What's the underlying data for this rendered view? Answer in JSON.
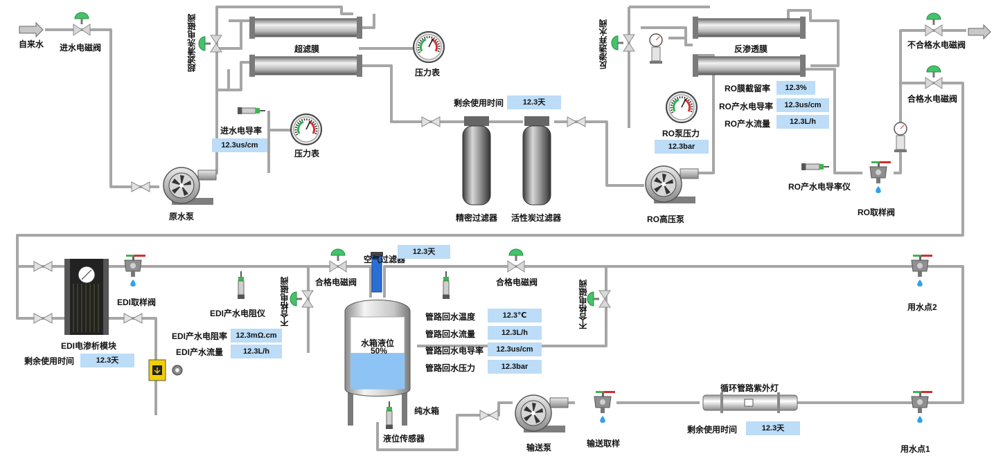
{
  "labels": {
    "tap_water": "自来水",
    "inlet_valve": "进水电磁阀",
    "uf_flush_valve": "超滤清洗电磁阀",
    "uf_membrane": "超滤膜",
    "pressure_gauge_top": "压力表",
    "inlet_conductivity": "进水电导率",
    "pressure_gauge_mid": "压力表",
    "raw_pump": "原水泵",
    "remaining_time_filters": "剩余使用时间",
    "precision_filter": "精密过滤器",
    "carbon_filter": "活性炭过滤器",
    "ro_drain_valve": "反渗透弃水阀",
    "ro_membrane": "反渗透膜",
    "ro_rejection": "RO膜截留率",
    "ro_conductivity": "RO产水电导率",
    "ro_flow": "RO产水流量",
    "ro_pump_pressure": "RO泵压力",
    "ro_high_pump": "RO高压泵",
    "unqualified_valve_top": "不合格水电磁阀",
    "qualified_valve_top": "合格水电磁阀",
    "ro_cond_meter": "RO产水电导率仪",
    "ro_sample_valve": "RO取样阀",
    "edi_sample_valve": "EDI取样阀",
    "edi_module": "EDI电渗析模块",
    "edi_remaining_time": "剩余使用时间",
    "edi_resistivity_meter": "EDI产水电阻仪",
    "edi_resistivity": "EDI产水电阻率",
    "edi_flow": "EDI产水流量",
    "edi_unqualified_valve": "不合格电磁阀",
    "edi_qualified_valve": "合格电磁阀",
    "air_filter": "空气过滤器",
    "tank_level": "水箱液位",
    "pure_tank": "纯水箱",
    "level_sensor": "液位传感器",
    "loop_temp": "管路回水温度",
    "loop_flow": "管路回水流量",
    "loop_cond": "管路回水电导率",
    "loop_pressure": "管路回水压力",
    "loop_qualified_valve": "合格电磁阀",
    "loop_unqualified_valve": "不合格电磁阀",
    "use_point_2": "用水点2",
    "use_point_1": "用水点1",
    "uv_lamp": "循环管路紫外灯",
    "uv_remaining_time": "剩余使用时间",
    "delivery_pump": "输送泵",
    "delivery_sample": "输送取样"
  },
  "values": {
    "inlet_conductivity": "12.3us/cm",
    "filter_remaining": "12.3天",
    "ro_rejection": "12.3%",
    "ro_conductivity": "12.3us/cm",
    "ro_flow": "12.3L/h",
    "ro_pump_pressure": "12.3bar",
    "edi_remaining": "12.3天",
    "edi_resistivity": "12.3mΩ.cm",
    "edi_flow": "12.3L/h",
    "air_filter_remaining": "12.3天",
    "tank_level": "50%",
    "loop_temp": "12.3℃",
    "loop_flow": "12.3L/h",
    "loop_cond": "12.3us/cm",
    "loop_pressure": "12.3bar",
    "uv_remaining": "12.3天"
  },
  "tank_level_fraction": 0.5,
  "colors": {
    "pipe": "#a6a6a6",
    "value_box": "#bcdcf7",
    "valve_actuator": "#43c36a",
    "tank_water": "#8ec4f5"
  }
}
